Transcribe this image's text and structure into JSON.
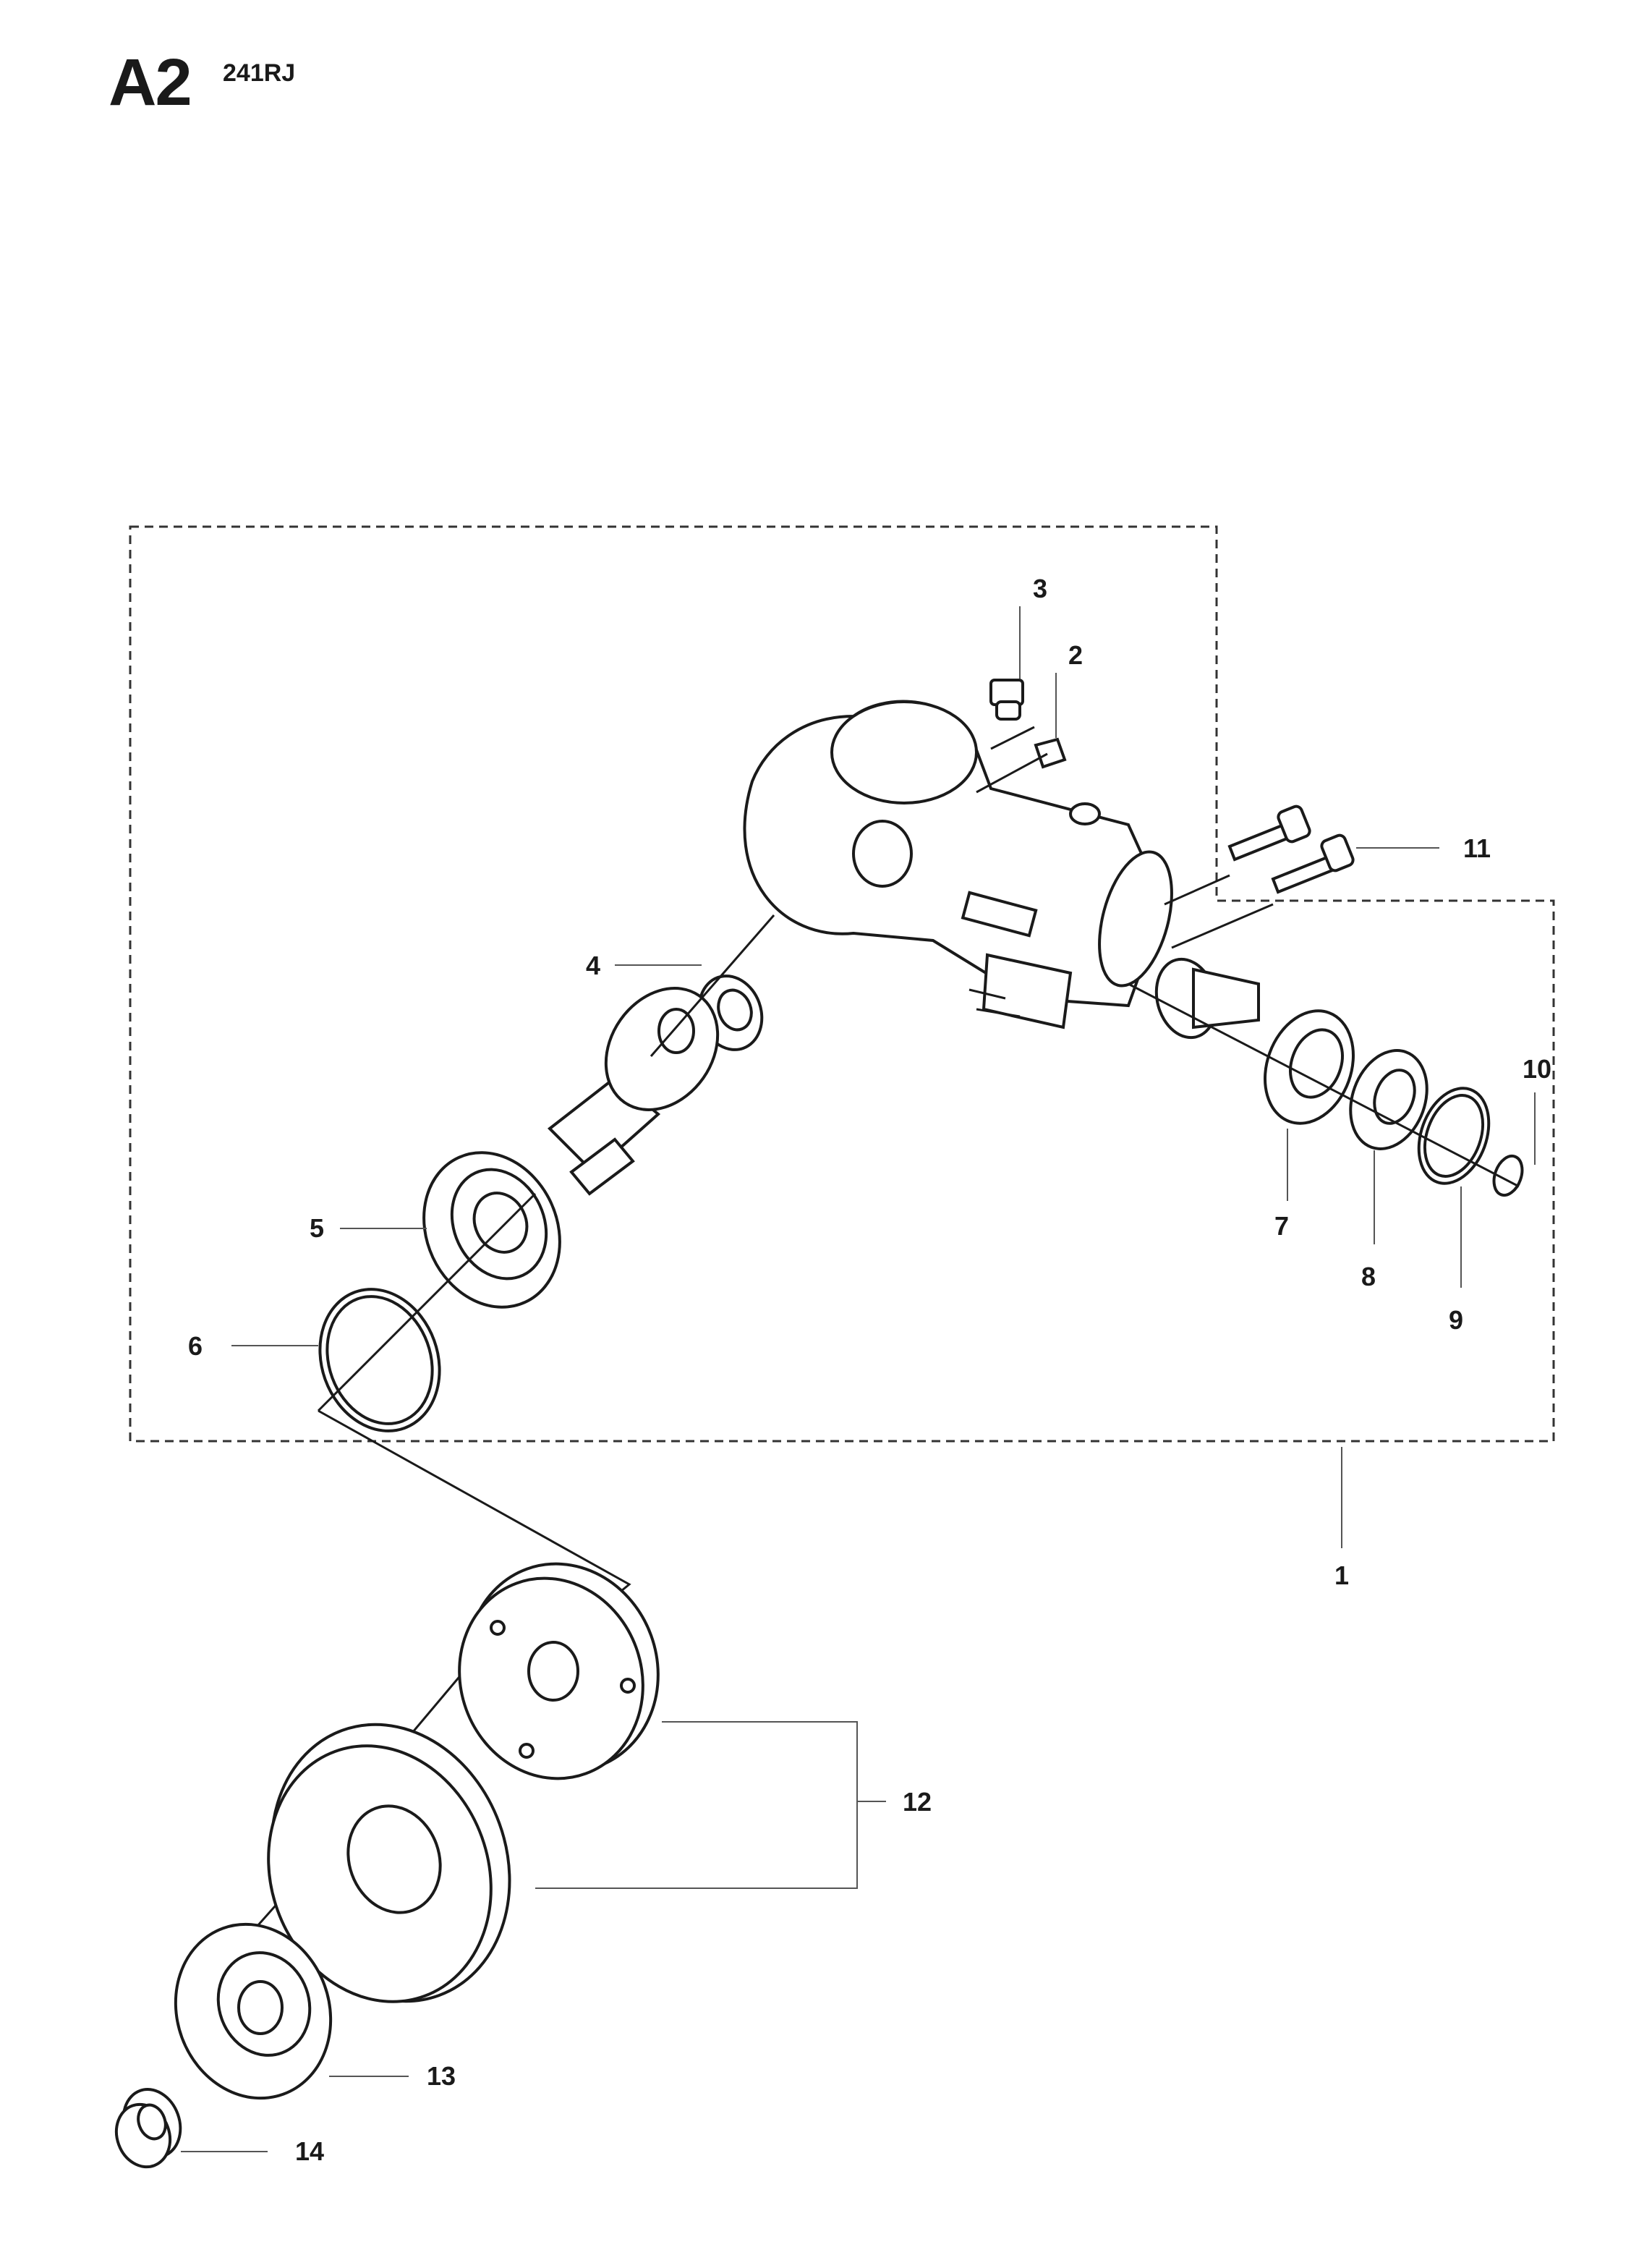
{
  "header": {
    "page_code": "A2",
    "model": "241RJ"
  },
  "callouts": {
    "p1": "1",
    "p2": "2",
    "p3": "3",
    "p4": "4",
    "p5": "5",
    "p6": "6",
    "p7": "7",
    "p8": "8",
    "p9": "9",
    "p10": "10",
    "p11": "11",
    "p12": "12",
    "p13": "13",
    "p14": "14"
  },
  "colors": {
    "ink": "#1a1a1a",
    "background": "#ffffff"
  }
}
